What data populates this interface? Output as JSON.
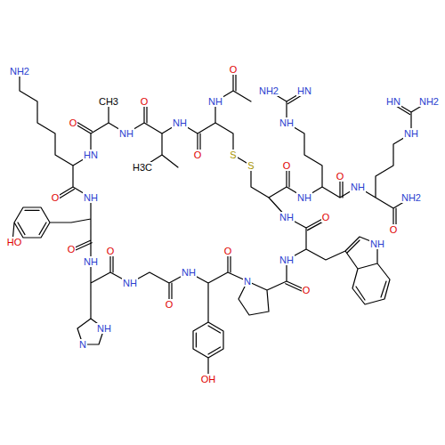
{
  "diagram": {
    "labels": [
      "NH2",
      "HN",
      "O",
      "CH3",
      "NH",
      "O",
      "H3C",
      "NH",
      "O",
      "NH",
      "O",
      "S",
      "S",
      "O",
      "NH",
      "NH",
      "NH2",
      "HN",
      "O",
      "NH",
      "O",
      "NH2",
      "NH",
      "NH2",
      "HN",
      "O",
      "NH",
      "HO",
      "O",
      "NH",
      "NH",
      "N",
      "O",
      "NH",
      "O",
      "NH",
      "OH",
      "O",
      "N",
      "O",
      "NH",
      "NH",
      "O",
      "NH"
    ]
  }
}
